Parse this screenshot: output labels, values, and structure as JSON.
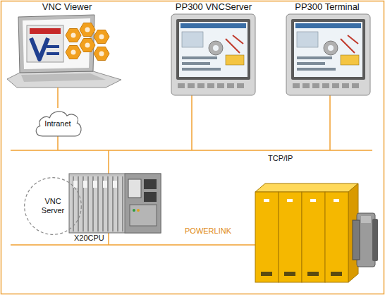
{
  "diagram": {
    "nodes": [
      {
        "text": [
          "VNC Viewer"
        ]
      },
      {
        "text": [
          "PP300 VNCServer"
        ]
      },
      {
        "text": [
          "PP300 Terminal"
        ]
      },
      {
        "text": [
          "Intranet"
        ]
      },
      {
        "text": [
          "VNC Server"
        ]
      },
      {
        "text": [
          "X20CPU"
        ]
      }
    ],
    "edges": [
      {
        "from": 0,
        "to": 3,
        "arrow": "none"
      }
    ],
    "labels": [
      "TCP/IP",
      "POWERLINK"
    ]
  }
}
